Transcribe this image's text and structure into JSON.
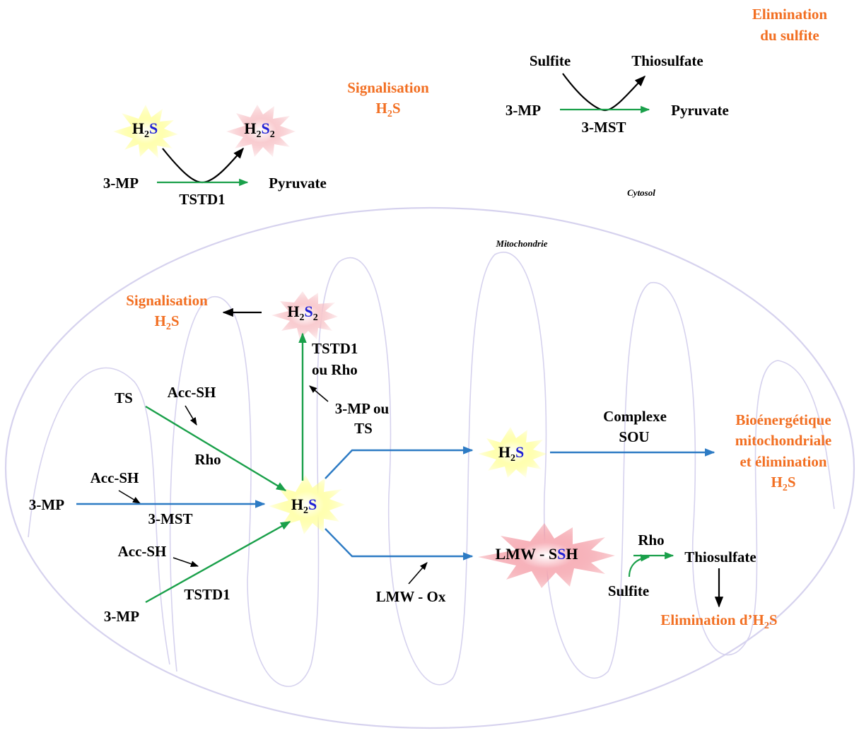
{
  "colors": {
    "black": "#000000",
    "orange": "#F26F22",
    "blue_arrow": "#2D7BC4",
    "green_arrow": "#1AA04A",
    "s_blue": "#1F20D6",
    "star_yellow": "#FFFF66",
    "star_pink": "#F4A9B0",
    "star_red": "#F07A86",
    "membrane": "#D6D2EE"
  },
  "cytosol": {
    "label": "Cytosol",
    "elimination_sulfite": [
      "Elimination",
      "du sulfite"
    ],
    "signalisation": [
      "Signalisation",
      "H",
      "2",
      "S"
    ],
    "mst_reaction": {
      "sulfite": "Sulfite",
      "thiosulfate": "Thiosulfate",
      "substrate": "3-MP",
      "product": "Pyruvate",
      "enzyme": "3-MST"
    },
    "tstd1_reaction": {
      "h2s": [
        "H",
        "2",
        "S"
      ],
      "h2s2": [
        "H",
        "2",
        "S",
        "2"
      ],
      "substrate": "3-MP",
      "product": "Pyruvate",
      "enzyme": "TSTD1"
    }
  },
  "mito": {
    "label": "Mitochondrie",
    "signalisation": [
      "Signalisation",
      "H",
      "2",
      "S"
    ],
    "h2s2": [
      "H",
      "2",
      "S",
      "2"
    ],
    "tstd1_ou_rho": [
      "TSTD1",
      "ou Rho"
    ],
    "mp_ou_ts": [
      "3-MP ou",
      "TS"
    ],
    "ts": "TS",
    "acc_sh_1": "Acc-SH",
    "rho": "Rho",
    "acc_sh_2": "Acc-SH",
    "mp_left": "3-MP",
    "mst": "3-MST",
    "acc_sh_3": "Acc-SH",
    "tstd1": "TSTD1",
    "mp_bottom": "3-MP",
    "h2s_center": [
      "H",
      "2",
      "S"
    ],
    "h2s_right": [
      "H",
      "2",
      "S"
    ],
    "complexe_sou": [
      "Complexe",
      "SOU"
    ],
    "bioenergetique": [
      "Bioénergétique",
      "mitochondriale",
      "et élimination",
      "H",
      "2",
      "S"
    ],
    "lmw_ssh": [
      "LMW - S",
      "S",
      "H"
    ],
    "lmw_ox": "LMW - Ox",
    "rho_right": "Rho",
    "thiosulfate": "Thiosulfate",
    "sulfite": "Sulfite",
    "elimination_h2s": [
      "Elimination d’H",
      "2",
      "S"
    ]
  }
}
